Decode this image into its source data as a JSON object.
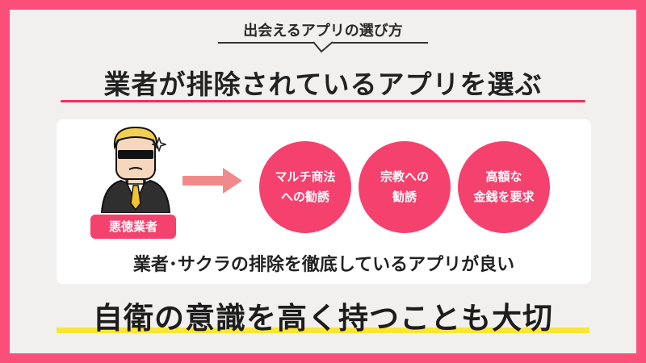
{
  "subtitle": "出会えるアプリの選び方",
  "title": "業者が排除されているアプリを選ぶ",
  "person": {
    "icon": "suspicious-man-icon",
    "badge_label": "悪徳業者"
  },
  "arrow_icon": "right-arrow-icon",
  "circles": [
    {
      "text": "マルチ商法\nへの勧誘"
    },
    {
      "text": "宗教への\n勧誘"
    },
    {
      "text": "高額な\n金銭を要求"
    }
  ],
  "caption": "業者･サクラの排除を徹底しているアプリが良い",
  "bottom_text": "自衛の意識を高く持つことも大切",
  "colors": {
    "frame": "#fb4f7a",
    "background": "#f2f0ef",
    "accent": "#f5416e",
    "underline": "#e8305e",
    "highlight": "#f7e636",
    "arrow": "#f08a8a"
  }
}
